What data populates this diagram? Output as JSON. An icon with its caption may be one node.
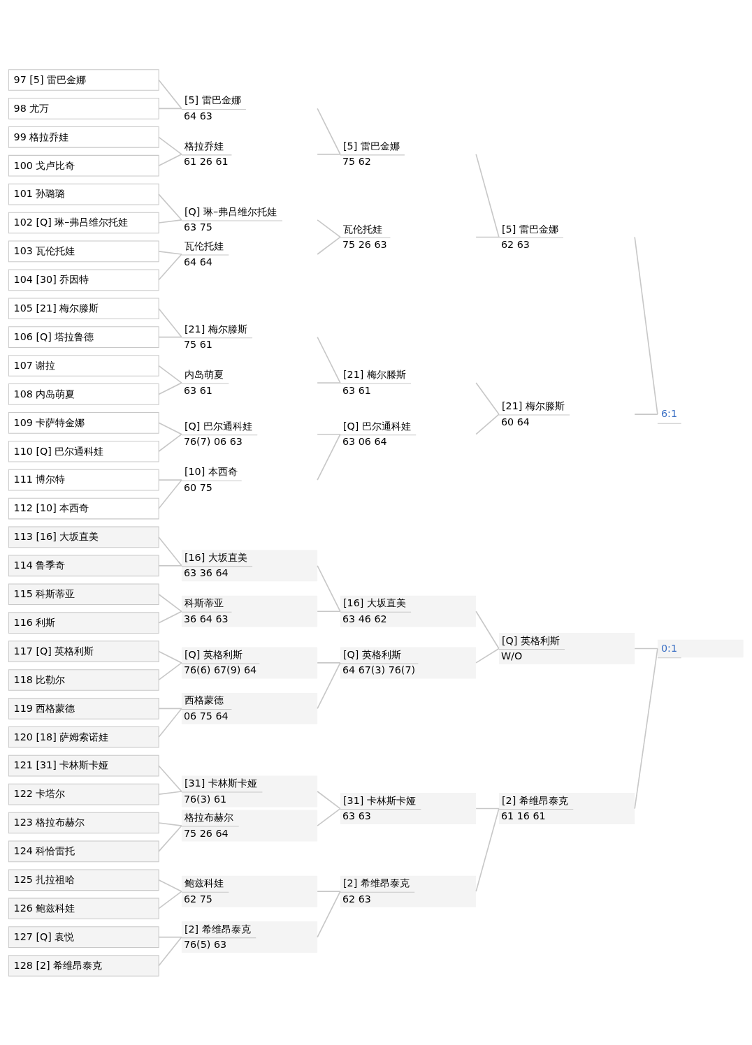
{
  "diagram": {
    "nodes": [
      {
        "text": [
          "97 [5] 雷巴金娜"
        ]
      },
      {
        "text": [
          "98 尤万"
        ]
      },
      {
        "text": [
          "99 格拉乔娃"
        ]
      },
      {
        "text": [
          "100 戈卢比奇"
        ]
      },
      {
        "text": [
          "101 孙璐璐"
        ]
      },
      {
        "text": [
          "102 [Q] 琳–弗吕维尔托娃"
        ]
      },
      {
        "text": [
          "103 瓦伦托娃"
        ]
      },
      {
        "text": [
          "104 [30] 乔因特"
        ]
      },
      {
        "text": [
          "105 [21] 梅尔滕斯"
        ]
      },
      {
        "text": [
          "106 [Q] 塔拉鲁德"
        ]
      },
      {
        "text": [
          "107 谢拉"
        ]
      },
      {
        "text": [
          "108 内岛萌夏"
        ]
      },
      {
        "text": [
          "109 卡萨特金娜"
        ]
      },
      {
        "text": [
          "110 [Q] 巴尔通科娃"
        ]
      },
      {
        "text": [
          "111 博尔特"
        ]
      },
      {
        "text": [
          "112 [10] 本西奇"
        ]
      },
      {
        "text": [
          "113 [16] 大坂直美"
        ]
      },
      {
        "text": [
          "114 鲁季奇"
        ]
      },
      {
        "text": [
          "115 科斯蒂亚"
        ]
      },
      {
        "text": [
          "116 利斯"
        ]
      },
      {
        "text": [
          "117 [Q] 英格利斯"
        ]
      },
      {
        "text": [
          "118 比勒尔"
        ]
      },
      {
        "text": [
          "119 西格蒙德"
        ]
      },
      {
        "text": [
          "120 [18] 萨姆索诺娃"
        ]
      },
      {
        "text": [
          "121 [31] 卡林斯卡娅"
        ]
      },
      {
        "text": [
          "122 卡塔尔"
        ]
      },
      {
        "text": [
          "123 格拉布赫尔"
        ]
      },
      {
        "text": [
          "124 科恰雷托"
        ]
      },
      {
        "text": [
          "125 扎拉祖哈"
        ]
      },
      {
        "text": [
          "126 鲍兹科娃"
        ]
      },
      {
        "text": [
          "127 [Q] 袁悦"
        ]
      },
      {
        "text": [
          "128 [2] 希维昂泰克"
        ]
      },
      {
        "text": [
          "[5] 雷巴金娜",
          "64 63"
        ]
      },
      {
        "text": [
          "格拉乔娃",
          "61 26 61"
        ]
      },
      {
        "text": [
          "[Q] 琳–弗吕维尔托娃",
          "63 75"
        ]
      },
      {
        "text": [
          "瓦伦托娃",
          "64 64"
        ]
      },
      {
        "text": [
          "[21] 梅尔滕斯",
          "75 61"
        ]
      },
      {
        "text": [
          "内岛萌夏",
          "63 61"
        ]
      },
      {
        "text": [
          "[Q] 巴尔通科娃",
          "76(7) 06 63"
        ]
      },
      {
        "text": [
          "[10] 本西奇",
          "60 75"
        ]
      },
      {
        "text": [
          "[16] 大坂直美",
          "63 36 64"
        ]
      },
      {
        "text": [
          "科斯蒂亚",
          "36 64 63"
        ]
      },
      {
        "text": [
          "[Q] 英格利斯",
          "76(6) 67(9) 64"
        ]
      },
      {
        "text": [
          "西格蒙德",
          "06 75 64"
        ]
      },
      {
        "text": [
          "[31] 卡林斯卡娅",
          "76(3) 61"
        ]
      },
      {
        "text": [
          "格拉布赫尔",
          "75 26 64"
        ]
      },
      {
        "text": [
          "鲍兹科娃",
          "62 75"
        ]
      },
      {
        "text": [
          "[2] 希维昂泰克",
          "76(5) 63"
        ]
      },
      {
        "text": [
          "[5] 雷巴金娜",
          "75 62"
        ]
      },
      {
        "text": [
          "瓦伦托娃",
          "75 26 63"
        ]
      },
      {
        "text": [
          "[21] 梅尔滕斯",
          "63 61"
        ]
      },
      {
        "text": [
          "[Q] 巴尔通科娃",
          "63 06 64"
        ]
      },
      {
        "text": [
          "[16] 大坂直美",
          "63 46 62"
        ]
      },
      {
        "text": [
          "[Q] 英格利斯",
          "64 67(3) 76(7)"
        ]
      },
      {
        "text": [
          "[31] 卡林斯卡娅",
          "63 63"
        ]
      },
      {
        "text": [
          "[2] 希维昂泰克",
          "62 63"
        ]
      },
      {
        "text": [
          "[5] 雷巴金娜",
          "62 63"
        ]
      },
      {
        "text": [
          "[21] 梅尔滕斯",
          "60 64"
        ]
      },
      {
        "text": [
          "[Q] 英格利斯",
          "W/O"
        ]
      },
      {
        "text": [
          "[2] 希维昂泰克",
          "61 16 61"
        ]
      },
      {
        "text": [
          "6:1"
        ]
      },
      {
        "text": [
          "0:1"
        ]
      }
    ],
    "edges": [
      {
        "from": 0,
        "to": 32,
        "arrow": "none"
      },
      {
        "from": 1,
        "to": 32,
        "arrow": "none"
      },
      {
        "from": 2,
        "to": 33,
        "arrow": "none"
      },
      {
        "from": 3,
        "to": 33,
        "arrow": "none"
      },
      {
        "from": 4,
        "to": 34,
        "arrow": "none"
      },
      {
        "from": 5,
        "to": 34,
        "arrow": "none"
      },
      {
        "from": 6,
        "to": 35,
        "arrow": "none"
      },
      {
        "from": 7,
        "to": 35,
        "arrow": "none"
      },
      {
        "from": 8,
        "to": 36,
        "arrow": "none"
      },
      {
        "from": 9,
        "to": 36,
        "arrow": "none"
      },
      {
        "from": 10,
        "to": 37,
        "arrow": "none"
      },
      {
        "from": 11,
        "to": 37,
        "arrow": "none"
      },
      {
        "from": 12,
        "to": 38,
        "arrow": "none"
      },
      {
        "from": 13,
        "to": 38,
        "arrow": "none"
      },
      {
        "from": 14,
        "to": 39,
        "arrow": "none"
      },
      {
        "from": 15,
        "to": 39,
        "arrow": "none"
      },
      {
        "from": 16,
        "to": 40,
        "arrow": "none"
      },
      {
        "from": 17,
        "to": 40,
        "arrow": "none"
      },
      {
        "from": 18,
        "to": 41,
        "arrow": "none"
      },
      {
        "from": 19,
        "to": 41,
        "arrow": "none"
      },
      {
        "from": 20,
        "to": 42,
        "arrow": "none"
      },
      {
        "from": 21,
        "to": 42,
        "arrow": "none"
      },
      {
        "from": 22,
        "to": 43,
        "arrow": "none"
      },
      {
        "from": 23,
        "to": 43,
        "arrow": "none"
      },
      {
        "from": 24,
        "to": 44,
        "arrow": "none"
      },
      {
        "from": 25,
        "to": 44,
        "arrow": "none"
      },
      {
        "from": 26,
        "to": 45,
        "arrow": "none"
      },
      {
        "from": 27,
        "to": 45,
        "arrow": "none"
      },
      {
        "from": 28,
        "to": 46,
        "arrow": "none"
      },
      {
        "from": 29,
        "to": 46,
        "arrow": "none"
      },
      {
        "from": 30,
        "to": 47,
        "arrow": "none"
      },
      {
        "from": 31,
        "to": 47,
        "arrow": "none"
      },
      {
        "from": 32,
        "to": 48,
        "arrow": "none"
      },
      {
        "from": 33,
        "to": 48,
        "arrow": "none"
      },
      {
        "from": 34,
        "to": 49,
        "arrow": "none"
      },
      {
        "from": 35,
        "to": 49,
        "arrow": "none"
      },
      {
        "from": 36,
        "to": 50,
        "arrow": "none"
      },
      {
        "from": 37,
        "to": 50,
        "arrow": "none"
      },
      {
        "from": 38,
        "to": 51,
        "arrow": "none"
      },
      {
        "from": 39,
        "to": 51,
        "arrow": "none"
      },
      {
        "from": 40,
        "to": 52,
        "arrow": "none"
      },
      {
        "from": 41,
        "to": 52,
        "arrow": "none"
      },
      {
        "from": 42,
        "to": 53,
        "arrow": "none"
      },
      {
        "from": 43,
        "to": 53,
        "arrow": "none"
      },
      {
        "from": 44,
        "to": 54,
        "arrow": "none"
      },
      {
        "from": 45,
        "to": 54,
        "arrow": "none"
      },
      {
        "from": 46,
        "to": 55,
        "arrow": "none"
      },
      {
        "from": 47,
        "to": 55,
        "arrow": "none"
      },
      {
        "from": 48,
        "to": 56,
        "arrow": "none"
      },
      {
        "from": 49,
        "to": 56,
        "arrow": "none"
      },
      {
        "from": 50,
        "to": 57,
        "arrow": "none"
      },
      {
        "from": 51,
        "to": 57,
        "arrow": "none"
      },
      {
        "from": 52,
        "to": 58,
        "arrow": "none"
      },
      {
        "from": 53,
        "to": 58,
        "arrow": "none"
      },
      {
        "from": 54,
        "to": 59,
        "arrow": "none"
      },
      {
        "from": 55,
        "to": 59,
        "arrow": "none"
      },
      {
        "from": 56,
        "to": 60,
        "arrow": "none"
      },
      {
        "from": 57,
        "to": 60,
        "arrow": "none"
      },
      {
        "from": 58,
        "to": 61,
        "arrow": "none"
      },
      {
        "from": 59,
        "to": 61,
        "arrow": "none"
      }
    ]
  }
}
